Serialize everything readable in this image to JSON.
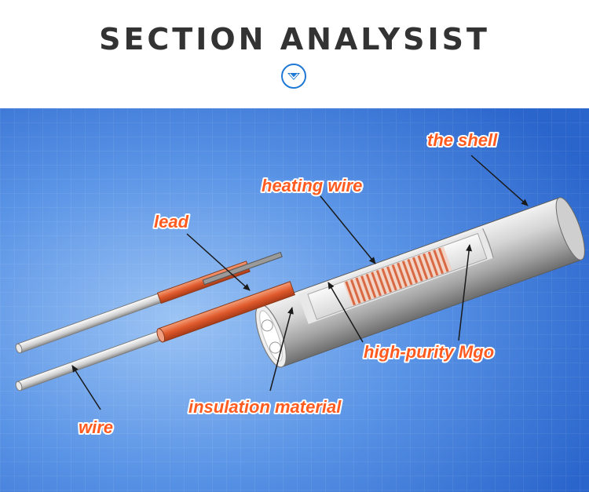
{
  "header": {
    "title": "SECTION ANALYSIST",
    "badge_icon": "chevron-down-circle-icon"
  },
  "diagram": {
    "labels": {
      "shell": "the shell",
      "heating_wire": "heating wire",
      "lead": "lead",
      "mgo": "high-purity Mgo",
      "insulation": "insulation material",
      "wire": "wire"
    }
  },
  "colors": {
    "accent_blue": "#1e78d6",
    "label_orange": "#ff5a1f",
    "panel_blue_light": "#7fb0ef",
    "panel_blue_dark": "#2e6fd2",
    "copper": "#e8673a"
  }
}
